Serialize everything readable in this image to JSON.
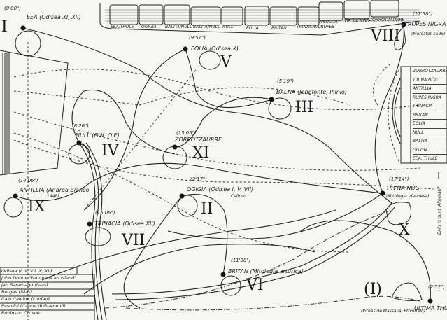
{
  "islands": [
    {
      "numeral": "I",
      "name": "EEA (Odisea XI, XII)",
      "time": "(0'00\")"
    },
    {
      "numeral": "V",
      "name": "EOLIA (Odisea X)",
      "time": "(9'51\")"
    },
    {
      "numeral": "III",
      "name": "BALTIA (Jenofonte, Plinio)",
      "time": "(5'19\")"
    },
    {
      "numeral": "IV",
      "name": "NULL (O'N, O'E)",
      "time": "(8'26\")"
    },
    {
      "numeral": "XI",
      "name": "ZORROTZAURRE",
      "time": "(13'05\")"
    },
    {
      "numeral": "II",
      "name": "OGIGIA (Odisea I, V, VII)",
      "sub": "Calipso",
      "time": "(2'17\")"
    },
    {
      "numeral": "IX",
      "name": "ANTILLIA (Andrea Bianco",
      "sub": "1448)",
      "time": "(14'06\")"
    },
    {
      "numeral": "VII",
      "name": "TRINACIA (Odisea XII)",
      "time": "(15'06\")"
    },
    {
      "numeral": "VI",
      "name": "BRITAN (Mitología artúrica)",
      "time": "(11'38\")"
    },
    {
      "numeral": "X",
      "name": "TÍR NA NÓG",
      "sub": "(Mitología irlandesa)",
      "time": "(17'14\")"
    },
    {
      "numeral": "VIII",
      "name": "RUPES NIGRA",
      "sub": "(Mercator 1595)",
      "time": "(17'58\")"
    },
    {
      "numeral": "(I)",
      "name": "ULTIMA THULE",
      "sub": "(Piteas de Massalia, Ptolomeo)",
      "time": "(2'52\")"
    }
  ],
  "score_strip": [
    "EEA/THULE",
    "OGIGIA",
    "BALTIA/NULL",
    "BALTIA/NULL",
    "NULL",
    "EOLIA",
    "BRITAN",
    "TRINACRIA/RUPES",
    "ANTILLIA",
    "TÍR NA NÓG",
    "ZORROTZAURRE"
  ],
  "legend_list": [
    "ZORROTZAURRE",
    "TÍR NA NÓG",
    "ANTILLIA",
    "RUPES NIGRA",
    "TRINACIA",
    "BRITAN",
    "EOLIA",
    "NULL",
    "BALTIA",
    "OGIGIA",
    "EEA, THULE"
  ],
  "sources": [
    "Odisea (I, V, VII, X, XII)",
    "John Donne \"No one is an island\"",
    "Jan Saramago (islas)",
    "Borges (islas)",
    "Italo Calvino (ciudad)",
    "Pasolini (Canne di Giamenó)",
    "Robinson Crusoe"
  ],
  "side_note": [
    "Bai's is punt",
    "Alternatif"
  ]
}
